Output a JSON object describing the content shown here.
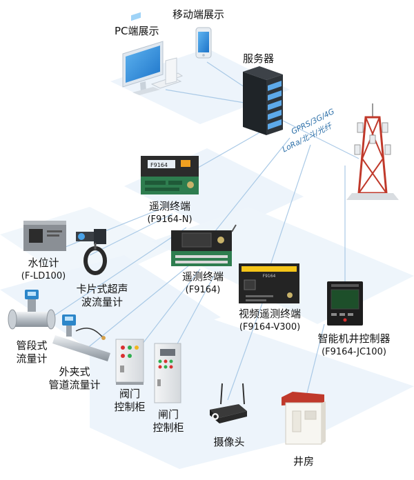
{
  "nodes": {
    "pc": {
      "name": "PC端展示"
    },
    "mobile": {
      "name": "移动端展示"
    },
    "server": {
      "name": "服务器"
    },
    "tower": {
      "link_line1": "GPRS/3G/4G",
      "link_line2": "LoRa/北斗/光纤"
    },
    "rtu_n": {
      "name": "遥测终端",
      "code": "(F9164-N)"
    },
    "rtu": {
      "name": "遥测终端",
      "code": "(F9164)"
    },
    "video_rtu": {
      "name": "视频遥测终端",
      "code": "(F9164-V300)"
    },
    "well_ctrl": {
      "name": "智能机井控制器",
      "code": "(F9164-JC100)"
    },
    "water_level": {
      "name": "水位计",
      "code": "(F-LD100)"
    },
    "ultrasonic": {
      "name_line1": "卡片式超声",
      "name_line2": "波流量计"
    },
    "pipe_meter": {
      "name_line1": "管段式",
      "name_line2": "流量计"
    },
    "clamp_meter": {
      "name_line1": "外夹式",
      "name_line2": "管道流量计"
    },
    "valve_cabinet": {
      "name_line1": "阀门",
      "name_line2": "控制柜"
    },
    "gate_cabinet": {
      "name_line1": "闸门",
      "name_line2": "控制柜"
    },
    "camera": {
      "name": "摄像头"
    },
    "well_house": {
      "name": "井房"
    }
  },
  "devices": {
    "rtu_n_screen": "F9164",
    "video_rtu_screen": "F9164"
  },
  "colors": {
    "platform": "#e8f1fa",
    "platform_edge": "#d4e4f2",
    "link_line": "#9cc0e0",
    "accent_blue": "#2c6fa8",
    "device_dark": "#2b2b2b",
    "board_green": "#2e7d4f",
    "tower_red": "#c0392b",
    "cabinet_grey": "#e4e6e8",
    "roof_red": "#c0392b"
  }
}
